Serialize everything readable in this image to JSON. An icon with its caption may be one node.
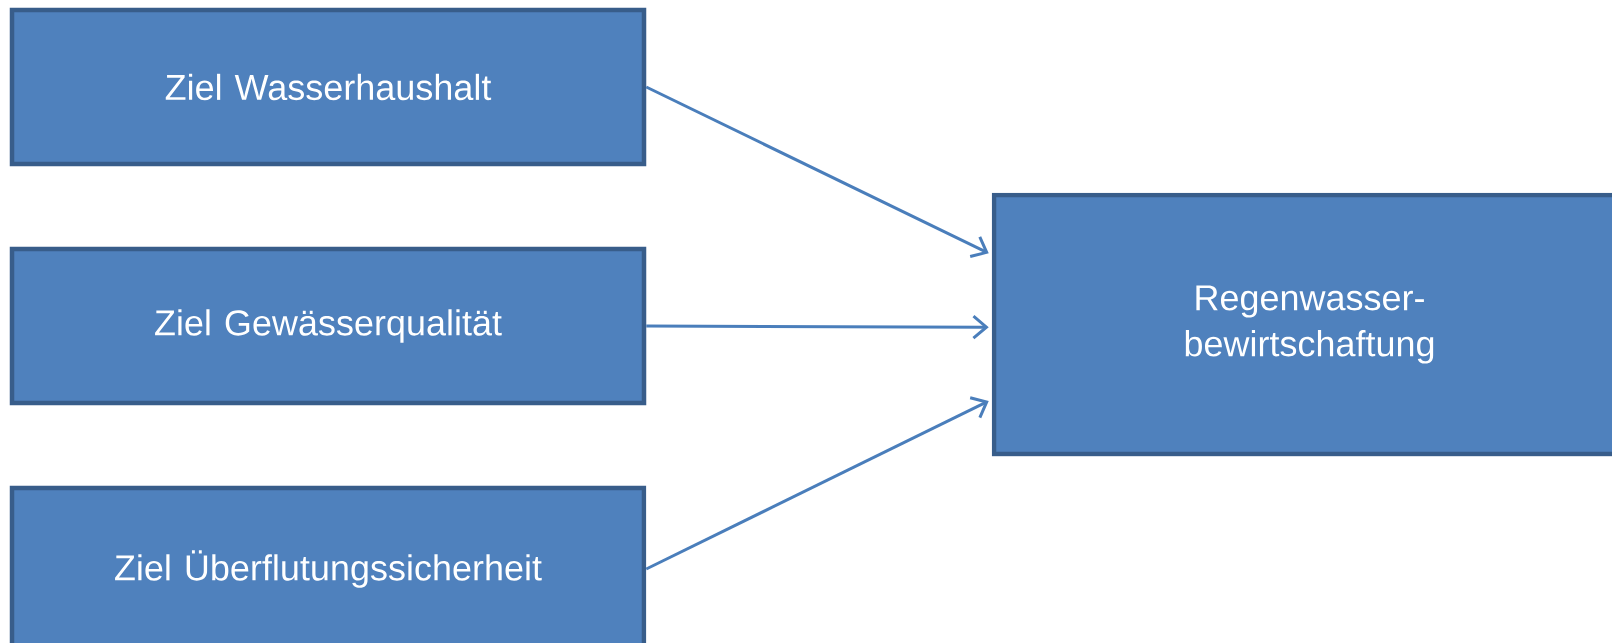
{
  "diagram": {
    "nodes": [
      {
        "text": [
          "Ziel Wasserhaushalt"
        ]
      },
      {
        "text": [
          "Ziel Gewässerqualität"
        ]
      },
      {
        "text": [
          "Ziel Überflutungssicherheit"
        ]
      },
      {
        "text": [
          "Regenwasser- bewirtschaftung"
        ]
      }
    ],
    "edges": [
      {
        "from": 0,
        "to": 3,
        "arrow": "to"
      },
      {
        "from": 1,
        "to": 3,
        "arrow": "to"
      },
      {
        "from": 2,
        "to": 3,
        "arrow": "to"
      }
    ]
  }
}
